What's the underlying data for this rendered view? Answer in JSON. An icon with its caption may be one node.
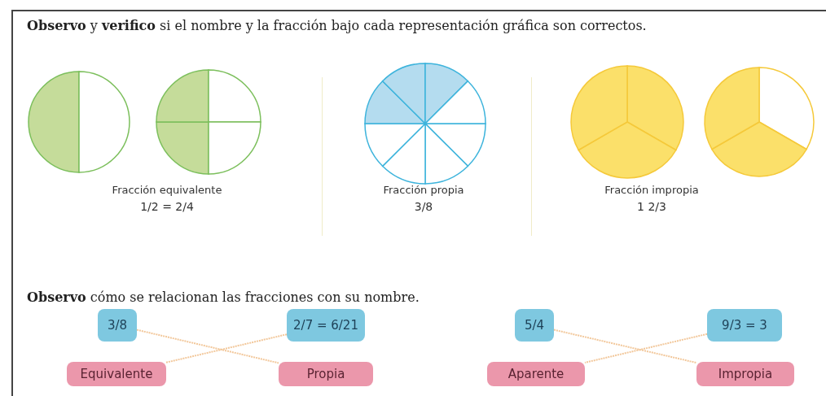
{
  "diagram": {
    "title": "**Observo** y **verifico** si el nombre y la fracción bajo cada representación gráfica son correctos.",
    "nodes": [
      {
        "text": [
          "3/8"
        ]
      },
      {
        "text": [
          "2/7 = 6/21"
        ]
      },
      {
        "text": [
          "Equivalente"
        ]
      },
      {
        "text": [
          "Propia"
        ]
      },
      {
        "text": [
          "5/4"
        ]
      },
      {
        "text": [
          "9/3 = 3"
        ]
      },
      {
        "text": [
          "Aparente"
        ]
      },
      {
        "text": [
          "Impropia"
        ]
      }
    ],
    "edges": [
      {
        "from": 0,
        "to": 3,
        "arrow": "none"
      },
      {
        "from": 1,
        "to": 2,
        "arrow": "none"
      },
      {
        "from": 4,
        "to": 7,
        "arrow": "none"
      },
      {
        "from": 5,
        "to": 6,
        "arrow": "none"
      }
    ],
    "labels": [
      "Fracción equivalente",
      "1/2 = 2/4",
      "Fracción propia",
      "3/8",
      "Fracción impropia",
      "1 2/3",
      "**Observo** cómo se relacionan las fracciones con su nombre."
    ]
  }
}
